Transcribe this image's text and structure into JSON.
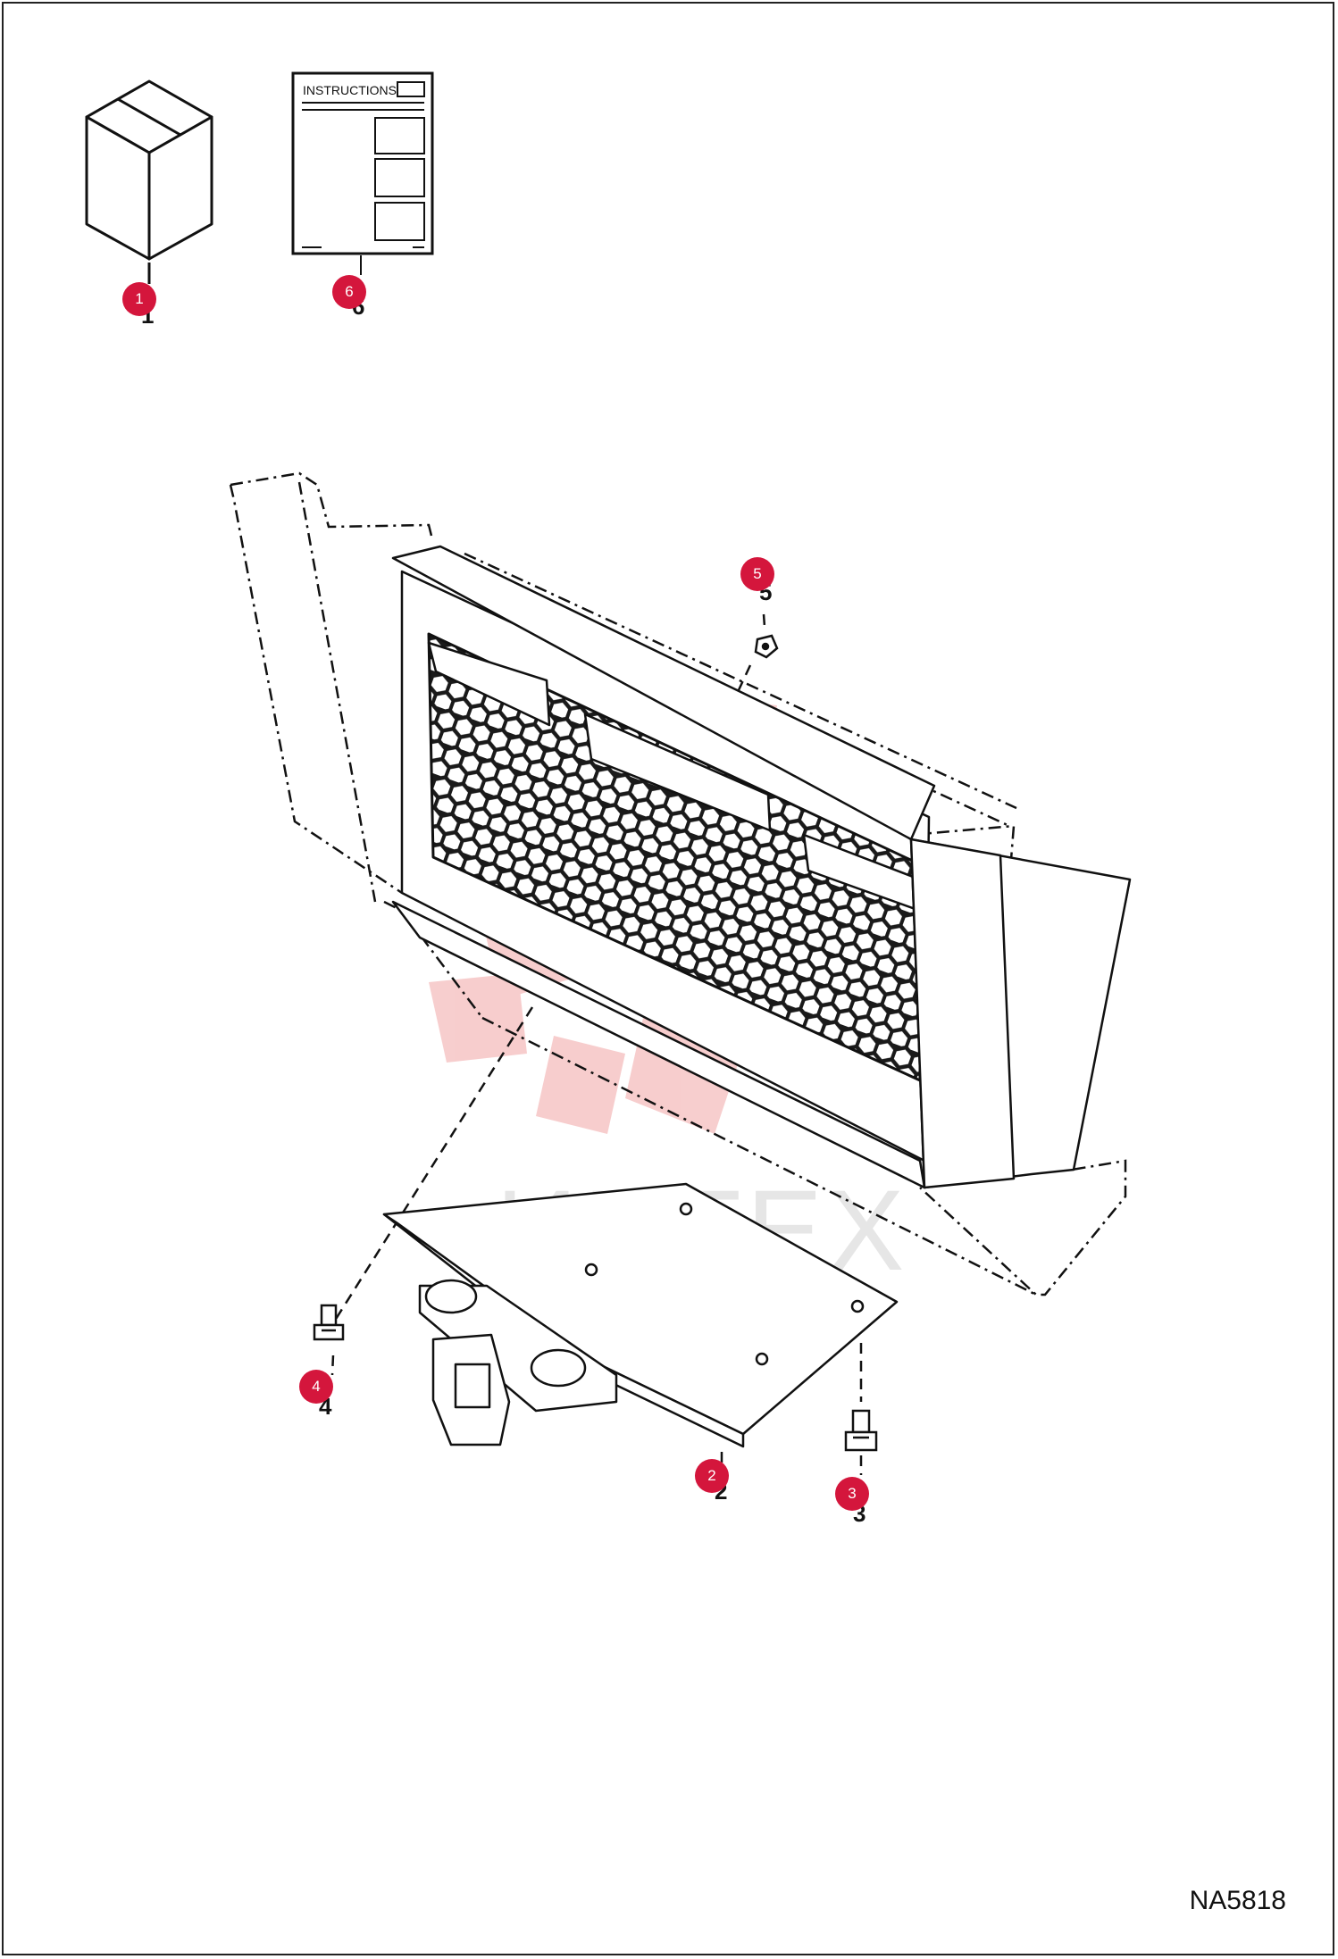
{
  "drawing_id": "NA5818",
  "watermark": "ИНТЕХ",
  "instructions_label": "INSTRUCTIONS",
  "callouts": [
    {
      "number": "1",
      "ref": "1"
    },
    {
      "number": "6",
      "ref": "6"
    },
    {
      "number": "5",
      "ref": "5"
    },
    {
      "number": "4",
      "ref": "4"
    },
    {
      "number": "2",
      "ref": "2"
    },
    {
      "number": "3",
      "ref": "3"
    }
  ],
  "colors": {
    "callout": "#d4163c",
    "line": "#111111",
    "mesh": "#1a1a1a",
    "watermark": "#f4b9b9"
  }
}
